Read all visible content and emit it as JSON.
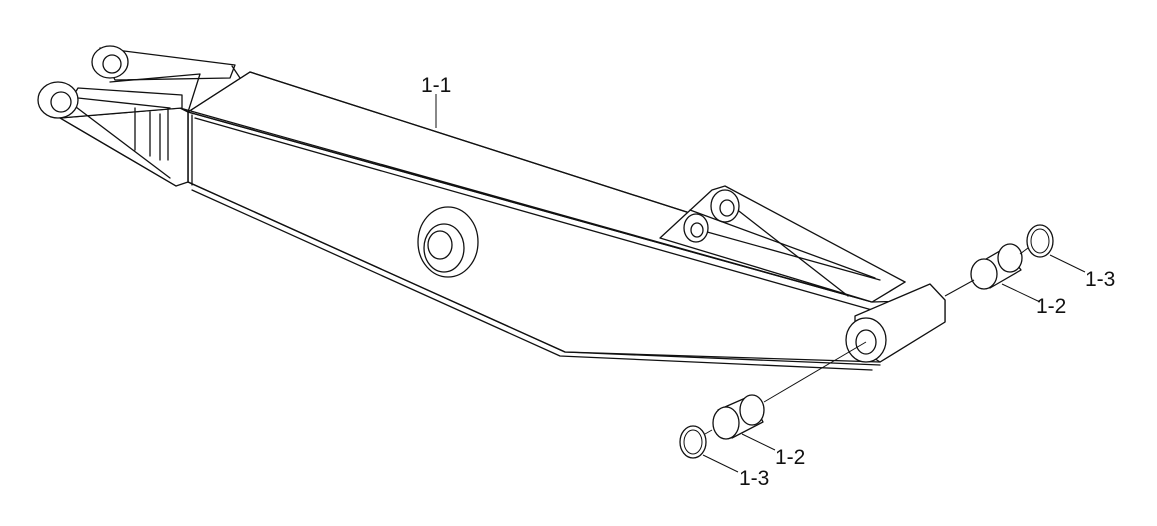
{
  "labels": {
    "arm": "1-1",
    "bushing_upper": "1-2",
    "ring_upper": "1-3",
    "bushing_lower": "1-2",
    "ring_lower": "1-3"
  }
}
